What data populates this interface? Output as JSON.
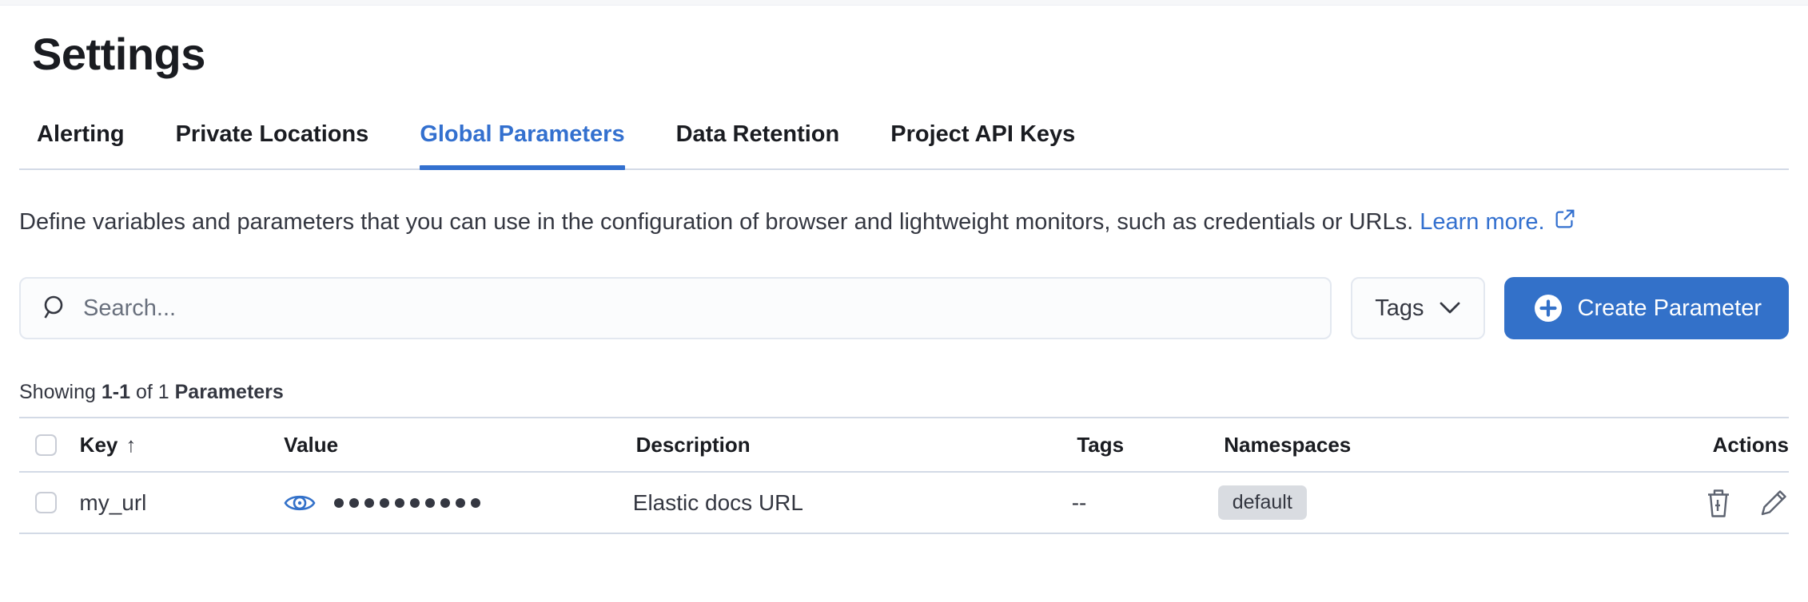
{
  "page": {
    "title": "Settings"
  },
  "tabs": [
    {
      "label": "Alerting",
      "active": false
    },
    {
      "label": "Private Locations",
      "active": false
    },
    {
      "label": "Global Parameters",
      "active": true
    },
    {
      "label": "Data Retention",
      "active": false
    },
    {
      "label": "Project API Keys",
      "active": false
    }
  ],
  "description": {
    "text": "Define variables and parameters that you can use in the configuration of browser and lightweight monitors, such as credentials or URLs.",
    "link_label": "Learn more."
  },
  "toolbar": {
    "search_placeholder": "Search...",
    "tags_label": "Tags",
    "create_label": "Create Parameter"
  },
  "summary": {
    "showing": "Showing",
    "range": "1-1",
    "of": "of 1",
    "entity": "Parameters"
  },
  "table": {
    "columns": {
      "key": "Key",
      "value": "Value",
      "description": "Description",
      "tags": "Tags",
      "namespaces": "Namespaces",
      "actions": "Actions"
    },
    "sort": {
      "column": "Key",
      "direction": "ascending",
      "arrow": "↑"
    },
    "rows": [
      {
        "key": "my_url",
        "value_masked": true,
        "value_dots": 10,
        "description": "Elastic docs URL",
        "tags": "--",
        "namespace": "default"
      }
    ]
  },
  "colors": {
    "primary_blue": "#3371c9",
    "active_tab_blue": "#3370cf",
    "text_dark": "#1a1c21",
    "text_body": "#343741",
    "border_gray": "#d3dae6",
    "badge_bg": "#d9dce1",
    "icon_gray": "#5d6370"
  }
}
